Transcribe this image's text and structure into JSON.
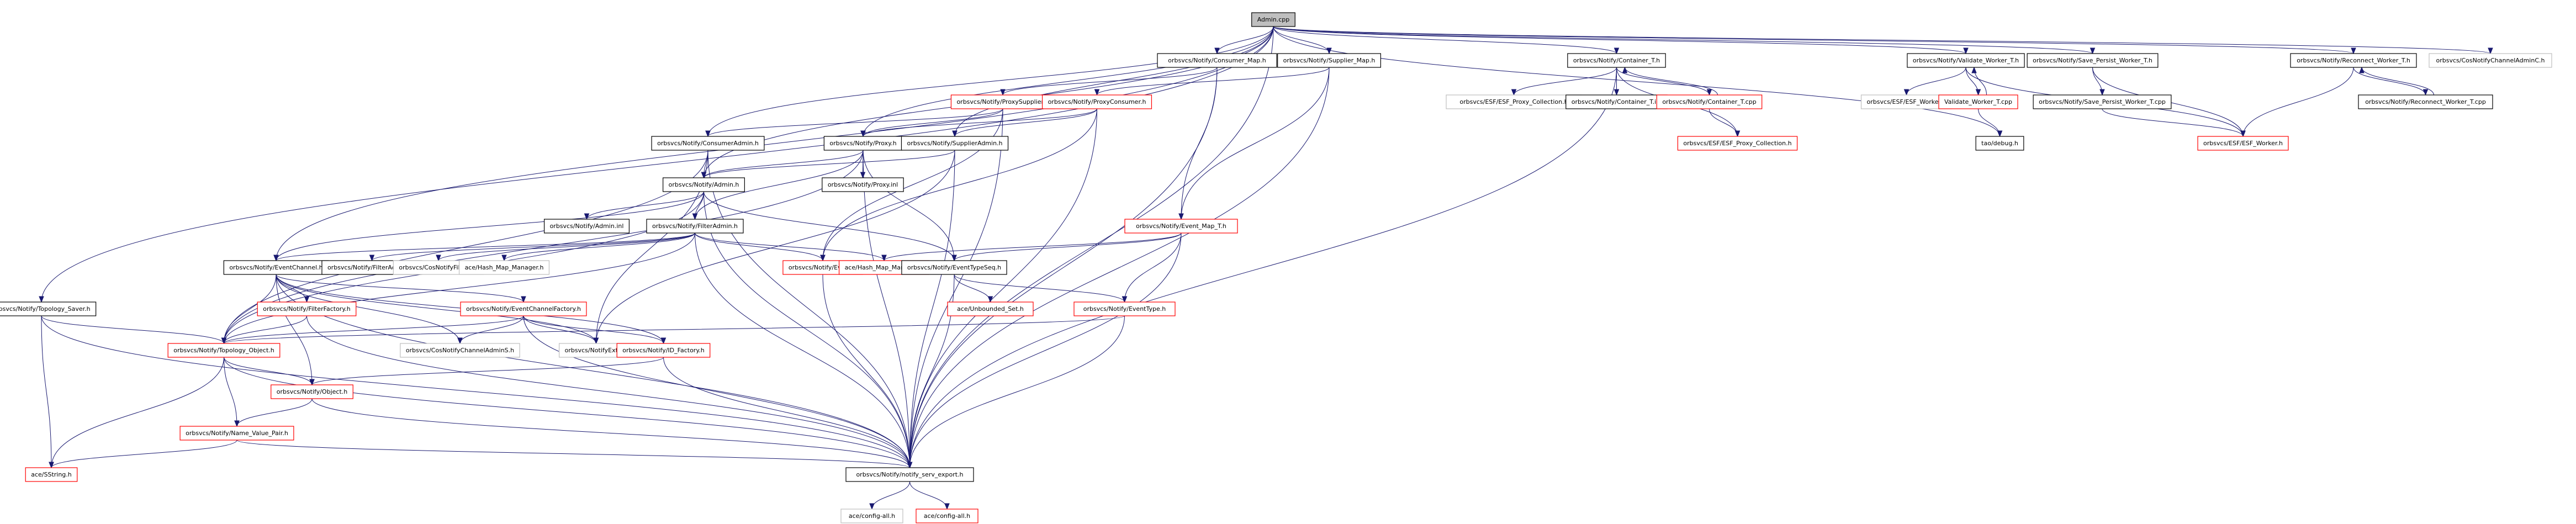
{
  "title": "Admin.cpp include dependency graph",
  "colors": {
    "edge": "#191970",
    "root_fill": "#bfbfbf",
    "documented_border": "#000000",
    "undocumented_border": "#ff0000",
    "external_border": "#bfbfbf"
  },
  "nodes": [
    {
      "id": "admin_cpp",
      "label": "Admin.cpp",
      "style": "root"
    },
    {
      "id": "consumer_map",
      "label": "orbsvcs/Notify/Consumer_Map.h",
      "style": "black"
    },
    {
      "id": "supplier_map",
      "label": "orbsvcs/Notify/Supplier_Map.h",
      "style": "black"
    },
    {
      "id": "container_t_h",
      "label": "orbsvcs/Notify/Container_T.h",
      "style": "black"
    },
    {
      "id": "validate_worker_h",
      "label": "orbsvcs/Notify/Validate_Worker_T.h",
      "style": "black"
    },
    {
      "id": "save_persist_h",
      "label": "orbsvcs/Notify/Save_Persist_Worker_T.h",
      "style": "black"
    },
    {
      "id": "reconnect_h",
      "label": "orbsvcs/Notify/Reconnect_Worker_T.h",
      "style": "black"
    },
    {
      "id": "cosnotify_admin_c",
      "label": "orbsvcs/CosNotifyChannelAdminC.h",
      "style": "gray"
    },
    {
      "id": "proxy_supplier",
      "label": "orbsvcs/Notify/ProxySupplier.h",
      "style": "red"
    },
    {
      "id": "proxy_consumer",
      "label": "orbsvcs/Notify/ProxyConsumer.h",
      "style": "red"
    },
    {
      "id": "esf_proxy_coll_gray",
      "label": "orbsvcs/ESF/ESF_Proxy_Collection.h",
      "style": "gray"
    },
    {
      "id": "container_t_inl",
      "label": "orbsvcs/Notify/Container_T.inl",
      "style": "black"
    },
    {
      "id": "container_t_cpp",
      "label": "orbsvcs/Notify/Container_T.cpp",
      "style": "red"
    },
    {
      "id": "esf_worker_gray",
      "label": "orbsvcs/ESF/ESF_Worker.h",
      "style": "gray"
    },
    {
      "id": "validate_worker_cpp",
      "label": "Validate_Worker_T.cpp",
      "style": "red"
    },
    {
      "id": "save_persist_cpp",
      "label": "orbsvcs/Notify/Save_Persist_Worker_T.cpp",
      "style": "black"
    },
    {
      "id": "reconnect_cpp",
      "label": "orbsvcs/Notify/Reconnect_Worker_T.cpp",
      "style": "black"
    },
    {
      "id": "esf_proxy_coll_red",
      "label": "orbsvcs/ESF/ESF_Proxy_Collection.h",
      "style": "red"
    },
    {
      "id": "tao_debug",
      "label": "tao/debug.h",
      "style": "black"
    },
    {
      "id": "esf_worker_red",
      "label": "orbsvcs/ESF/ESF_Worker.h",
      "style": "red"
    },
    {
      "id": "consumer_admin",
      "label": "orbsvcs/Notify/ConsumerAdmin.h",
      "style": "black"
    },
    {
      "id": "proxy_h",
      "label": "orbsvcs/Notify/Proxy.h",
      "style": "black"
    },
    {
      "id": "supplier_admin",
      "label": "orbsvcs/Notify/SupplierAdmin.h",
      "style": "black"
    },
    {
      "id": "admin_h",
      "label": "orbsvcs/Notify/Admin.h",
      "style": "black"
    },
    {
      "id": "proxy_inl",
      "label": "orbsvcs/Notify/Proxy.inl",
      "style": "black"
    },
    {
      "id": "event_map_t",
      "label": "orbsvcs/Notify/Event_Map_T.h",
      "style": "red"
    },
    {
      "id": "admin_inl",
      "label": "orbsvcs/Notify/Admin.inl",
      "style": "black"
    },
    {
      "id": "filter_admin",
      "label": "orbsvcs/Notify/FilterAdmin.h",
      "style": "black"
    },
    {
      "id": "event_channel",
      "label": "orbsvcs/Notify/EventChannel.h",
      "style": "black"
    },
    {
      "id": "filter_admin_inl",
      "label": "orbsvcs/Notify/FilterAdmin.inl",
      "style": "black"
    },
    {
      "id": "cosnotify_filter_s",
      "label": "orbsvcs/CosNotifyFilterS.h",
      "style": "gray"
    },
    {
      "id": "hash_map_manager_gray",
      "label": "ace/Hash_Map_Manager.h",
      "style": "gray"
    },
    {
      "id": "event_h",
      "label": "orbsvcs/Notify/Event.h",
      "style": "red"
    },
    {
      "id": "hash_map_manager_red",
      "label": "ace/Hash_Map_Manager.h",
      "style": "red"
    },
    {
      "id": "event_type_seq",
      "label": "orbsvcs/Notify/EventTypeSeq.h",
      "style": "black"
    },
    {
      "id": "topology_saver",
      "label": "orbsvcs/Notify/Topology_Saver.h",
      "style": "black"
    },
    {
      "id": "filter_factory",
      "label": "orbsvcs/Notify/FilterFactory.h",
      "style": "red"
    },
    {
      "id": "event_channel_factory",
      "label": "orbsvcs/Notify/EventChannelFactory.h",
      "style": "red"
    },
    {
      "id": "unbounded_set",
      "label": "ace/Unbounded_Set.h",
      "style": "red"
    },
    {
      "id": "event_type",
      "label": "orbsvcs/Notify/EventType.h",
      "style": "red"
    },
    {
      "id": "topology_object",
      "label": "orbsvcs/Notify/Topology_Object.h",
      "style": "red"
    },
    {
      "id": "cosnotify_admin_s",
      "label": "orbsvcs/CosNotifyChannelAdminS.h",
      "style": "gray"
    },
    {
      "id": "notify_ext_s",
      "label": "orbsvcs/NotifyExtS.h",
      "style": "gray"
    },
    {
      "id": "id_factory",
      "label": "orbsvcs/Notify/ID_Factory.h",
      "style": "red"
    },
    {
      "id": "object_h",
      "label": "orbsvcs/Notify/Object.h",
      "style": "red"
    },
    {
      "id": "name_value_pair",
      "label": "orbsvcs/Notify/Name_Value_Pair.h",
      "style": "red"
    },
    {
      "id": "sstring",
      "label": "ace/SString.h",
      "style": "red"
    },
    {
      "id": "notify_serv_export",
      "label": "orbsvcs/Notify/notify_serv_export.h",
      "style": "black"
    },
    {
      "id": "config_all_gray",
      "label": "ace/config-all.h",
      "style": "gray"
    },
    {
      "id": "config_all_red",
      "label": "ace/config-all.h",
      "style": "red"
    }
  ],
  "edges": [
    [
      "admin_cpp",
      "consumer_map"
    ],
    [
      "admin_cpp",
      "supplier_map"
    ],
    [
      "admin_cpp",
      "container_t_h"
    ],
    [
      "admin_cpp",
      "validate_worker_h"
    ],
    [
      "admin_cpp",
      "save_persist_h"
    ],
    [
      "admin_cpp",
      "reconnect_h"
    ],
    [
      "admin_cpp",
      "cosnotify_admin_c"
    ],
    [
      "admin_cpp",
      "proxy_h"
    ],
    [
      "admin_cpp",
      "consumer_admin"
    ],
    [
      "admin_cpp",
      "supplier_admin"
    ],
    [
      "admin_cpp",
      "admin_h"
    ],
    [
      "admin_cpp",
      "event_channel"
    ],
    [
      "admin_cpp",
      "topology_saver"
    ],
    [
      "admin_cpp",
      "tao_debug"
    ],
    [
      "admin_cpp",
      "notify_serv_export"
    ],
    [
      "consumer_map",
      "proxy_supplier"
    ],
    [
      "consumer_map",
      "event_map_t"
    ],
    [
      "consumer_map",
      "notify_serv_export"
    ],
    [
      "supplier_map",
      "proxy_consumer"
    ],
    [
      "supplier_map",
      "event_map_t"
    ],
    [
      "supplier_map",
      "notify_serv_export"
    ],
    [
      "container_t_h",
      "esf_proxy_coll_gray"
    ],
    [
      "container_t_h",
      "container_t_inl"
    ],
    [
      "container_t_h",
      "container_t_cpp"
    ],
    [
      "container_t_h",
      "esf_proxy_coll_red"
    ],
    [
      "container_t_h",
      "notify_serv_export"
    ],
    [
      "container_t_cpp",
      "container_t_h"
    ],
    [
      "container_t_cpp",
      "esf_proxy_coll_red"
    ],
    [
      "validate_worker_h",
      "esf_worker_gray"
    ],
    [
      "validate_worker_h",
      "validate_worker_cpp"
    ],
    [
      "validate_worker_h",
      "esf_worker_red"
    ],
    [
      "validate_worker_cpp",
      "validate_worker_h"
    ],
    [
      "validate_worker_cpp",
      "tao_debug"
    ],
    [
      "save_persist_h",
      "save_persist_cpp"
    ],
    [
      "save_persist_h",
      "esf_worker_red"
    ],
    [
      "save_persist_cpp",
      "esf_worker_red"
    ],
    [
      "reconnect_h",
      "reconnect_cpp"
    ],
    [
      "reconnect_h",
      "esf_worker_red"
    ],
    [
      "reconnect_cpp",
      "reconnect_h"
    ],
    [
      "proxy_supplier",
      "proxy_h"
    ],
    [
      "proxy_supplier",
      "consumer_admin"
    ],
    [
      "proxy_supplier",
      "event_h"
    ],
    [
      "proxy_supplier",
      "notify_serv_export"
    ],
    [
      "proxy_consumer",
      "proxy_h"
    ],
    [
      "proxy_consumer",
      "supplier_admin"
    ],
    [
      "proxy_consumer",
      "event_h"
    ],
    [
      "proxy_consumer",
      "notify_serv_export"
    ],
    [
      "consumer_admin",
      "admin_h"
    ],
    [
      "consumer_admin",
      "topology_object"
    ],
    [
      "consumer_admin",
      "notify_ext_s"
    ],
    [
      "consumer_admin",
      "notify_serv_export"
    ],
    [
      "proxy_h",
      "admin_h"
    ],
    [
      "proxy_h",
      "proxy_inl"
    ],
    [
      "proxy_h",
      "filter_admin"
    ],
    [
      "proxy_h",
      "event_type_seq"
    ],
    [
      "proxy_h",
      "topology_object"
    ],
    [
      "proxy_h",
      "notify_serv_export"
    ],
    [
      "supplier_admin",
      "admin_h"
    ],
    [
      "supplier_admin",
      "notify_ext_s"
    ],
    [
      "supplier_admin",
      "notify_serv_export"
    ],
    [
      "admin_h",
      "admin_inl"
    ],
    [
      "admin_h",
      "filter_admin"
    ],
    [
      "admin_h",
      "event_channel"
    ],
    [
      "admin_h",
      "event_type_seq"
    ],
    [
      "admin_h",
      "topology_object"
    ],
    [
      "admin_h",
      "notify_serv_export"
    ],
    [
      "filter_admin",
      "filter_admin_inl"
    ],
    [
      "filter_admin",
      "cosnotify_filter_s"
    ],
    [
      "filter_admin",
      "hash_map_manager_gray"
    ],
    [
      "filter_admin",
      "event_h"
    ],
    [
      "filter_admin",
      "hash_map_manager_red"
    ],
    [
      "filter_admin",
      "event_channel"
    ],
    [
      "filter_admin",
      "topology_object"
    ],
    [
      "filter_admin",
      "notify_serv_export"
    ],
    [
      "event_map_t",
      "event_type_seq"
    ],
    [
      "event_map_t",
      "hash_map_manager_red"
    ],
    [
      "event_map_t",
      "event_type"
    ],
    [
      "event_map_t",
      "notify_serv_export"
    ],
    [
      "event_channel",
      "filter_factory"
    ],
    [
      "event_channel",
      "event_channel_factory"
    ],
    [
      "event_channel",
      "topology_object"
    ],
    [
      "event_channel",
      "cosnotify_admin_s"
    ],
    [
      "event_channel",
      "notify_ext_s"
    ],
    [
      "event_channel",
      "id_factory"
    ],
    [
      "event_channel",
      "object_h"
    ],
    [
      "event_channel",
      "notify_serv_export"
    ],
    [
      "event_h",
      "notify_serv_export"
    ],
    [
      "event_type_seq",
      "unbounded_set"
    ],
    [
      "event_type_seq",
      "event_type"
    ],
    [
      "event_type_seq",
      "notify_serv_export"
    ],
    [
      "event_type",
      "topology_object"
    ],
    [
      "event_type",
      "notify_serv_export"
    ],
    [
      "topology_saver",
      "topology_object"
    ],
    [
      "topology_saver",
      "sstring"
    ],
    [
      "topology_saver",
      "notify_serv_export"
    ],
    [
      "filter_factory",
      "topology_object"
    ],
    [
      "filter_factory",
      "notify_serv_export"
    ],
    [
      "event_channel_factory",
      "cosnotify_admin_s"
    ],
    [
      "event_channel_factory",
      "notify_ext_s"
    ],
    [
      "event_channel_factory",
      "id_factory"
    ],
    [
      "event_channel_factory",
      "topology_object"
    ],
    [
      "event_channel_factory",
      "notify_serv_export"
    ],
    [
      "topology_object",
      "object_h"
    ],
    [
      "topology_object",
      "name_value_pair"
    ],
    [
      "topology_object",
      "sstring"
    ],
    [
      "topology_object",
      "notify_serv_export"
    ],
    [
      "id_factory",
      "object_h"
    ],
    [
      "id_factory",
      "notify_serv_export"
    ],
    [
      "object_h",
      "name_value_pair"
    ],
    [
      "object_h",
      "notify_serv_export"
    ],
    [
      "name_value_pair",
      "sstring"
    ],
    [
      "name_value_pair",
      "notify_serv_export"
    ],
    [
      "notify_serv_export",
      "config_all_gray"
    ],
    [
      "notify_serv_export",
      "config_all_red"
    ]
  ]
}
